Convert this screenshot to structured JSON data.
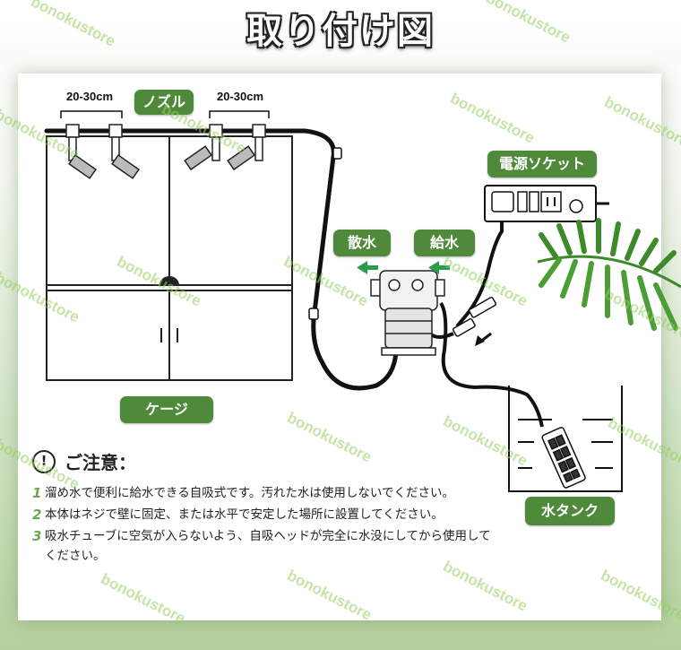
{
  "title": "取り付け図",
  "labels": {
    "nozzle": "ノズル",
    "dimension_left": "20-30cm",
    "dimension_right": "20-30cm",
    "power_socket": "電源ソケット",
    "spray": "散水",
    "supply": "給水",
    "cage": "ケージ",
    "water_tank": "水タンク"
  },
  "notes": {
    "heading": "ご注意：",
    "items": [
      {
        "num": "1",
        "text": "溜め水で便利に給水できる自吸式です。汚れた水は使用しないでください。"
      },
      {
        "num": "2",
        "text": "本体はネジで壁に固定、または水平で安定した場所に設置してください。"
      },
      {
        "num": "3",
        "text": "吸水チューブに空気が入らないよう、自吸ヘッドが完全に水没にしてから使用してください。"
      }
    ]
  },
  "watermark": "bonokustore",
  "colors": {
    "accent": "#4f8a3a",
    "arrow": "#2a9d4b"
  }
}
